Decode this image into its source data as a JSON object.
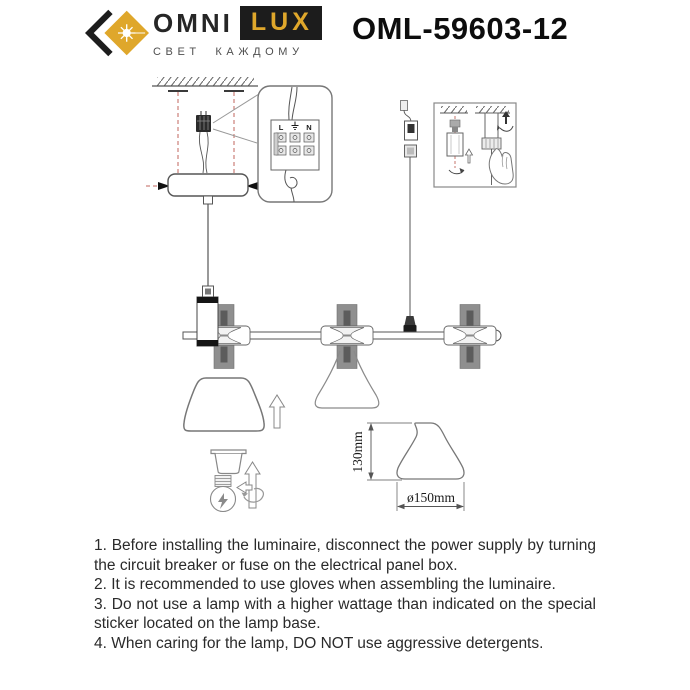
{
  "header": {
    "logo": {
      "omni": "OMNI",
      "lux": "LUX",
      "tagline": "СВЕТ КАЖДОМУ",
      "gold_color": "#DFA72B",
      "dark_color": "#1c1c1c"
    },
    "model": "OML-59603-12"
  },
  "diagram": {
    "terminal_block": {
      "live": "L",
      "earth": "⏚",
      "neutral": "N"
    },
    "dimensions": {
      "height": "130mm",
      "diameter": "ø150mm"
    },
    "accent_dashed_color": "#c0665c"
  },
  "instructions": [
    "1. Before installing the luminaire, disconnect the power supply by turning the circuit breaker or fuse on the electrical panel box.",
    "2. It is recommended to use gloves when assembling the luminaire.",
    "3. Do not use a lamp with a higher wattage than indicated on the special sticker located on the lamp base.",
    "4. When caring for the lamp, DO NOT use aggressive detergents."
  ]
}
